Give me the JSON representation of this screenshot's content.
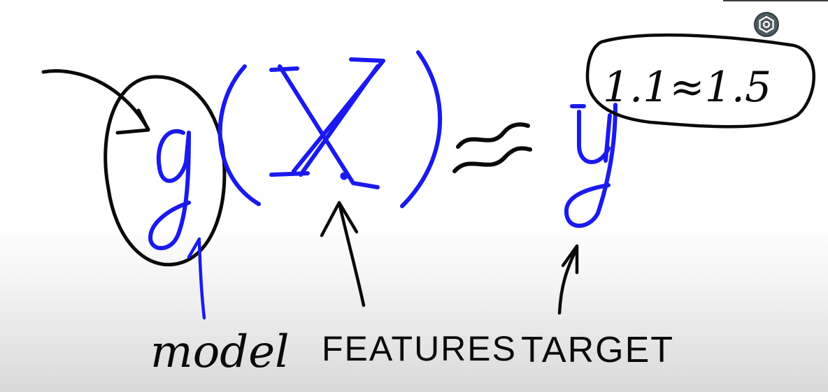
{
  "formula": {
    "model_symbol": "g",
    "features_symbol": "X",
    "approx_symbol": "≈",
    "target_symbol": "y",
    "approx_note": "1.1≈1.5"
  },
  "labels": {
    "model": "model",
    "features": "FEATURES",
    "target": "TARGET"
  },
  "controls": {
    "settings_icon": "settings-hexagon-icon"
  },
  "colors": {
    "ink_black": "#0a0a0a",
    "ink_blue": "#1a1aee",
    "top_bar": "#3a3a3a",
    "settings_bg": "#4f5b60"
  }
}
